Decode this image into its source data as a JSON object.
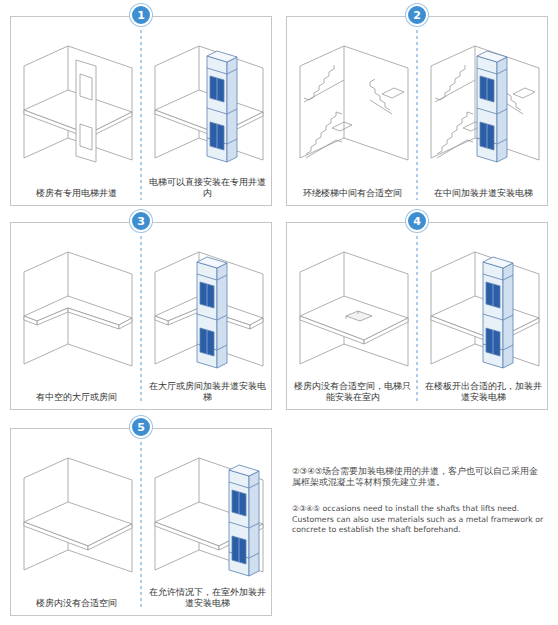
{
  "diagram": {
    "nodes": [
      {
        "text": [
          "楼房有专用电梯井道",
          "电梯可以直接安装在专用井道内"
        ]
      },
      {
        "text": [
          "1"
        ],
        "in": 0
      },
      {
        "text": [
          "环绕楼梯中间有合适空间",
          "在中间加装井道安装电梯"
        ]
      },
      {
        "text": [
          "2"
        ],
        "in": 2
      },
      {
        "text": [
          "有中空的大厅或房间",
          "在大厅或房间加装井道安装电梯"
        ]
      },
      {
        "text": [
          "3"
        ],
        "in": 4
      },
      {
        "text": [
          "楼房内没有合适空间，电梯只能安装在室内",
          "在楼板开出合适的孔，加装井道安装电梯"
        ]
      },
      {
        "text": [
          "4"
        ],
        "in": 6
      },
      {
        "text": [
          "楼房内没有合适空间",
          "在允许情况下，在室外加装井道安装电梯"
        ]
      },
      {
        "text": [
          "5"
        ],
        "in": 8
      }
    ],
    "labels": [
      "②③④⑤场合需要加装电梯使用的井道，客户也可以自己采用金属框架或混凝土等材料预先建立井道。",
      "②③④⑤ occasions need to install the shafts that lifts need. Customers can also use materials such as a metal framework or concrete to establish the shaft beforehand."
    ]
  }
}
